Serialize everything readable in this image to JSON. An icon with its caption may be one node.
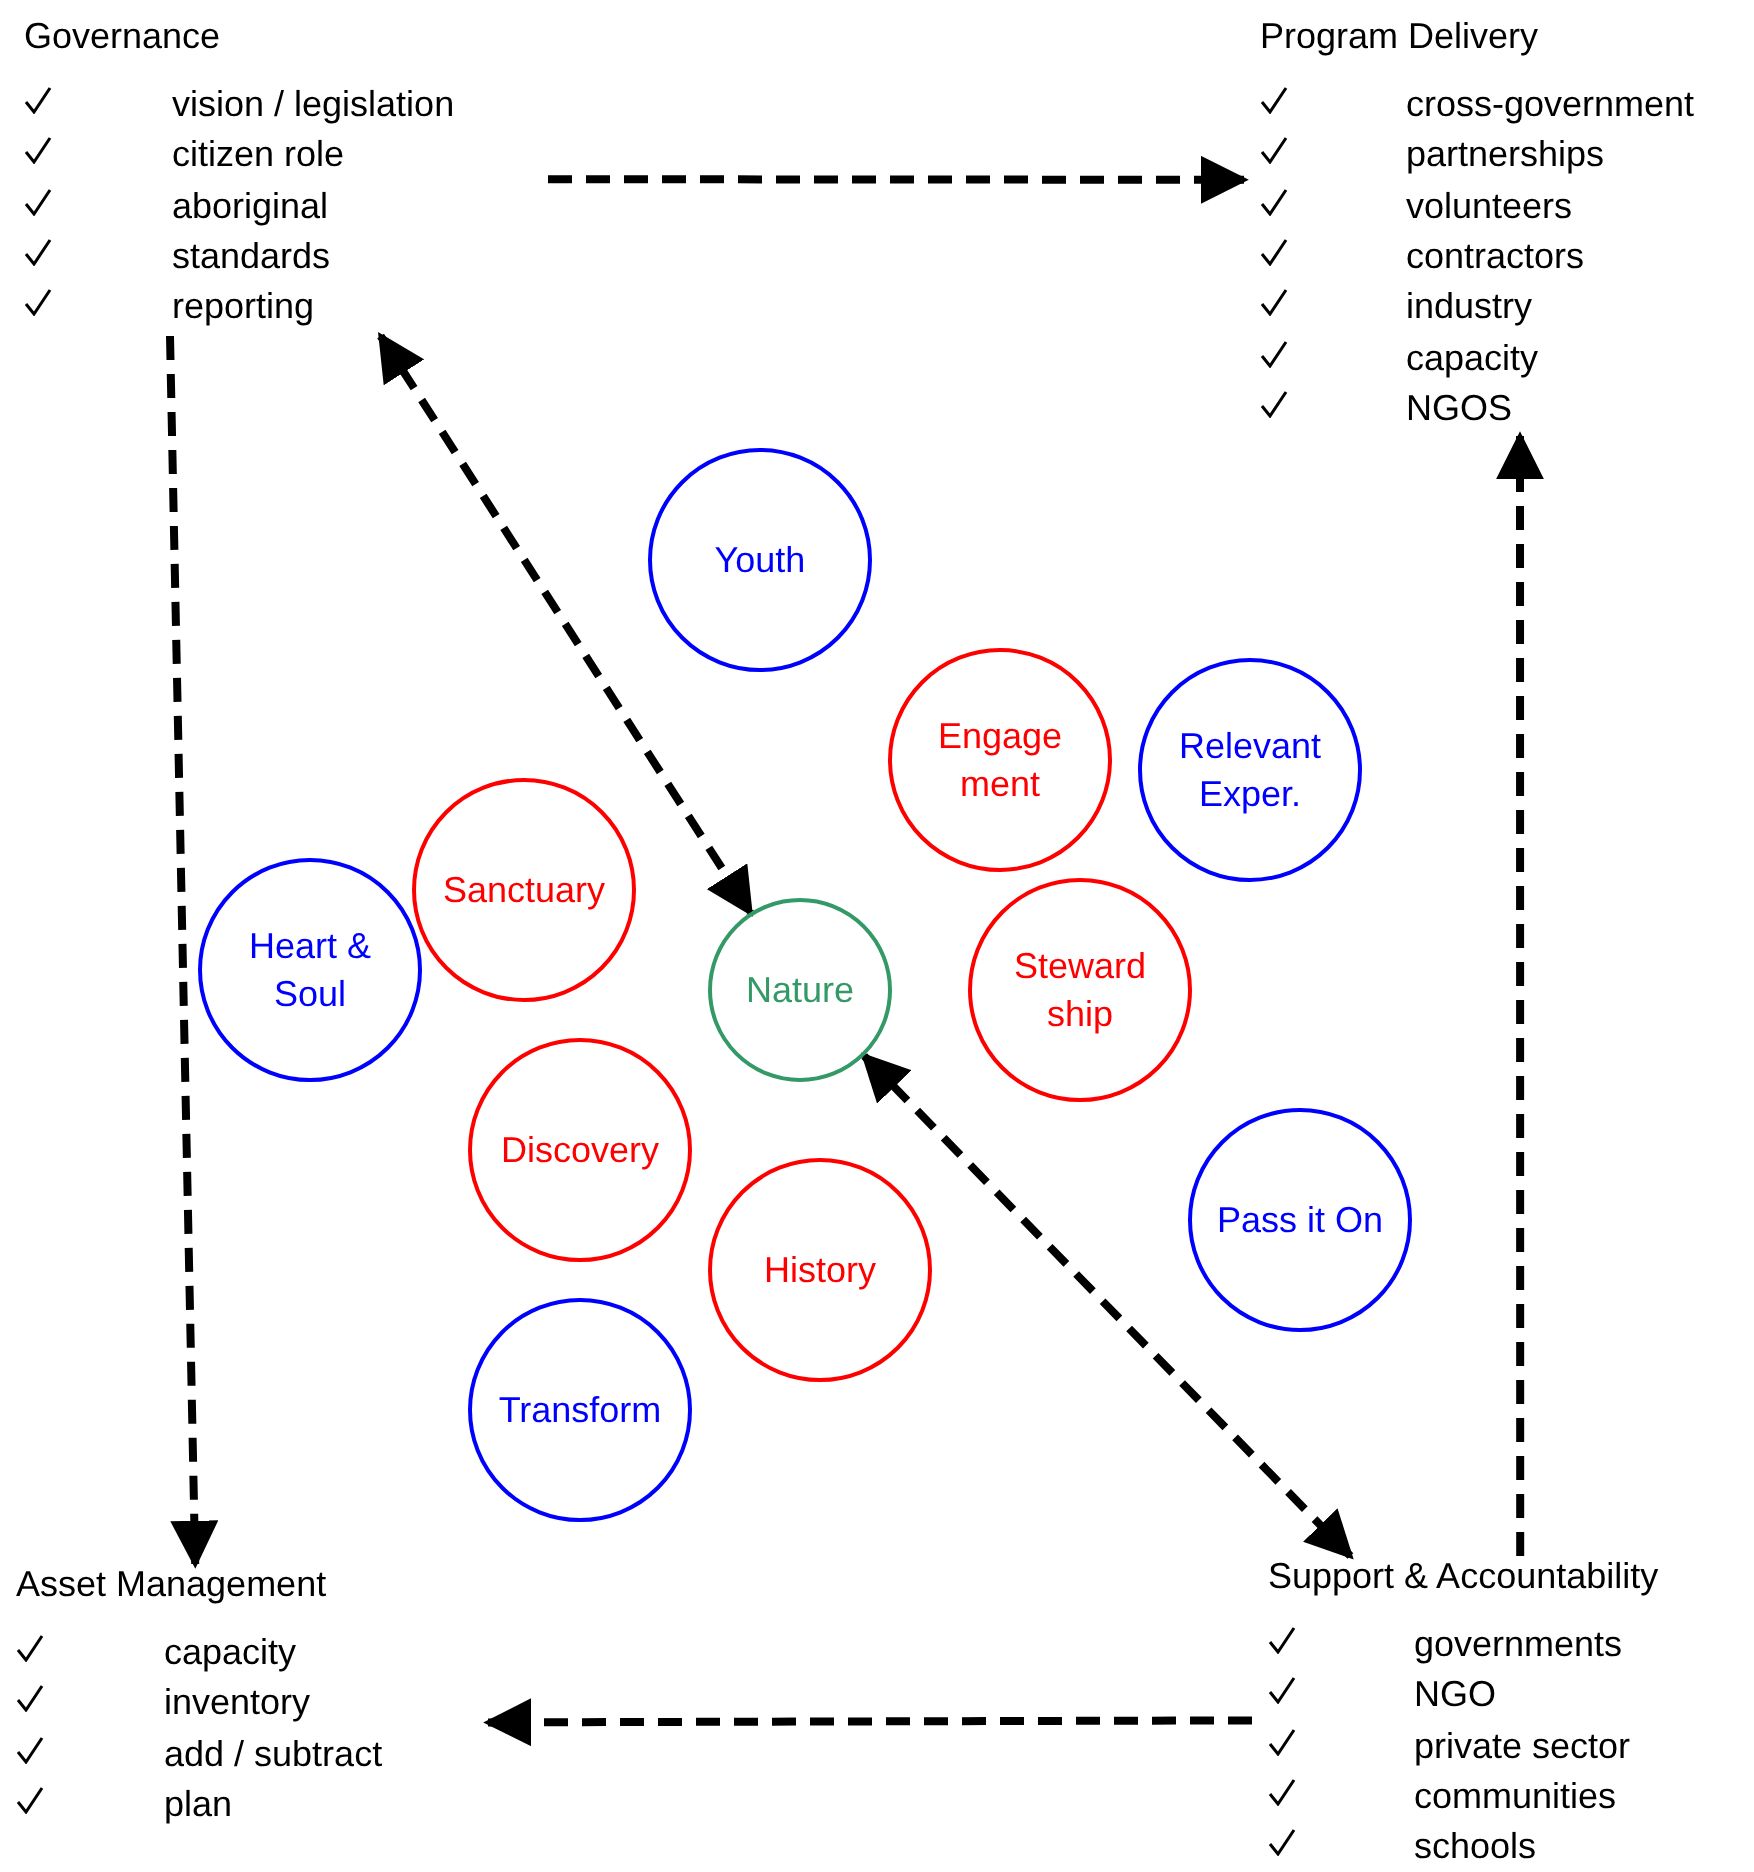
{
  "diagram": {
    "nodes": [
      {
        "text": [
          "Governance",
          "vision / legislation",
          "citizen role",
          "aboriginal",
          "standards",
          "reporting"
        ]
      },
      {
        "text": [
          "Program Delivery",
          "cross-government",
          "partnerships",
          "volunteers",
          "contractors",
          "industry",
          "capacity",
          "NGOS"
        ]
      },
      {
        "text": [
          "Asset Management",
          "capacity",
          "inventory",
          "add / subtract",
          "plan"
        ]
      },
      {
        "text": [
          "Support & Accountability",
          "governments",
          "NGO",
          "private sector",
          "communities",
          "schools"
        ]
      },
      {
        "text": [
          "Youth"
        ]
      },
      {
        "text": [
          "Engage ment"
        ]
      },
      {
        "text": [
          "Relevant Exper."
        ]
      },
      {
        "text": [
          "Sanctuary"
        ]
      },
      {
        "text": [
          "Heart & Soul"
        ]
      },
      {
        "text": [
          "Nature"
        ]
      },
      {
        "text": [
          "Steward ship"
        ]
      },
      {
        "text": [
          "Discovery"
        ]
      },
      {
        "text": [
          "History"
        ]
      },
      {
        "text": [
          "Pass it On"
        ]
      },
      {
        "text": [
          "Transform"
        ]
      }
    ],
    "edges": [
      {
        "from": 0,
        "to": 1,
        "arrow": "to",
        "style": "dashed"
      },
      {
        "from": 0,
        "to": 2,
        "arrow": "to",
        "style": "dashed"
      },
      {
        "from": 0,
        "to": 9,
        "arrow": "both",
        "style": "dashed"
      },
      {
        "from": 9,
        "to": 3,
        "arrow": "both",
        "style": "dashed"
      },
      {
        "from": 3,
        "to": 1,
        "arrow": "to",
        "style": "dashed"
      },
      {
        "from": 3,
        "to": 2,
        "arrow": "to",
        "style": "dashed"
      }
    ]
  }
}
